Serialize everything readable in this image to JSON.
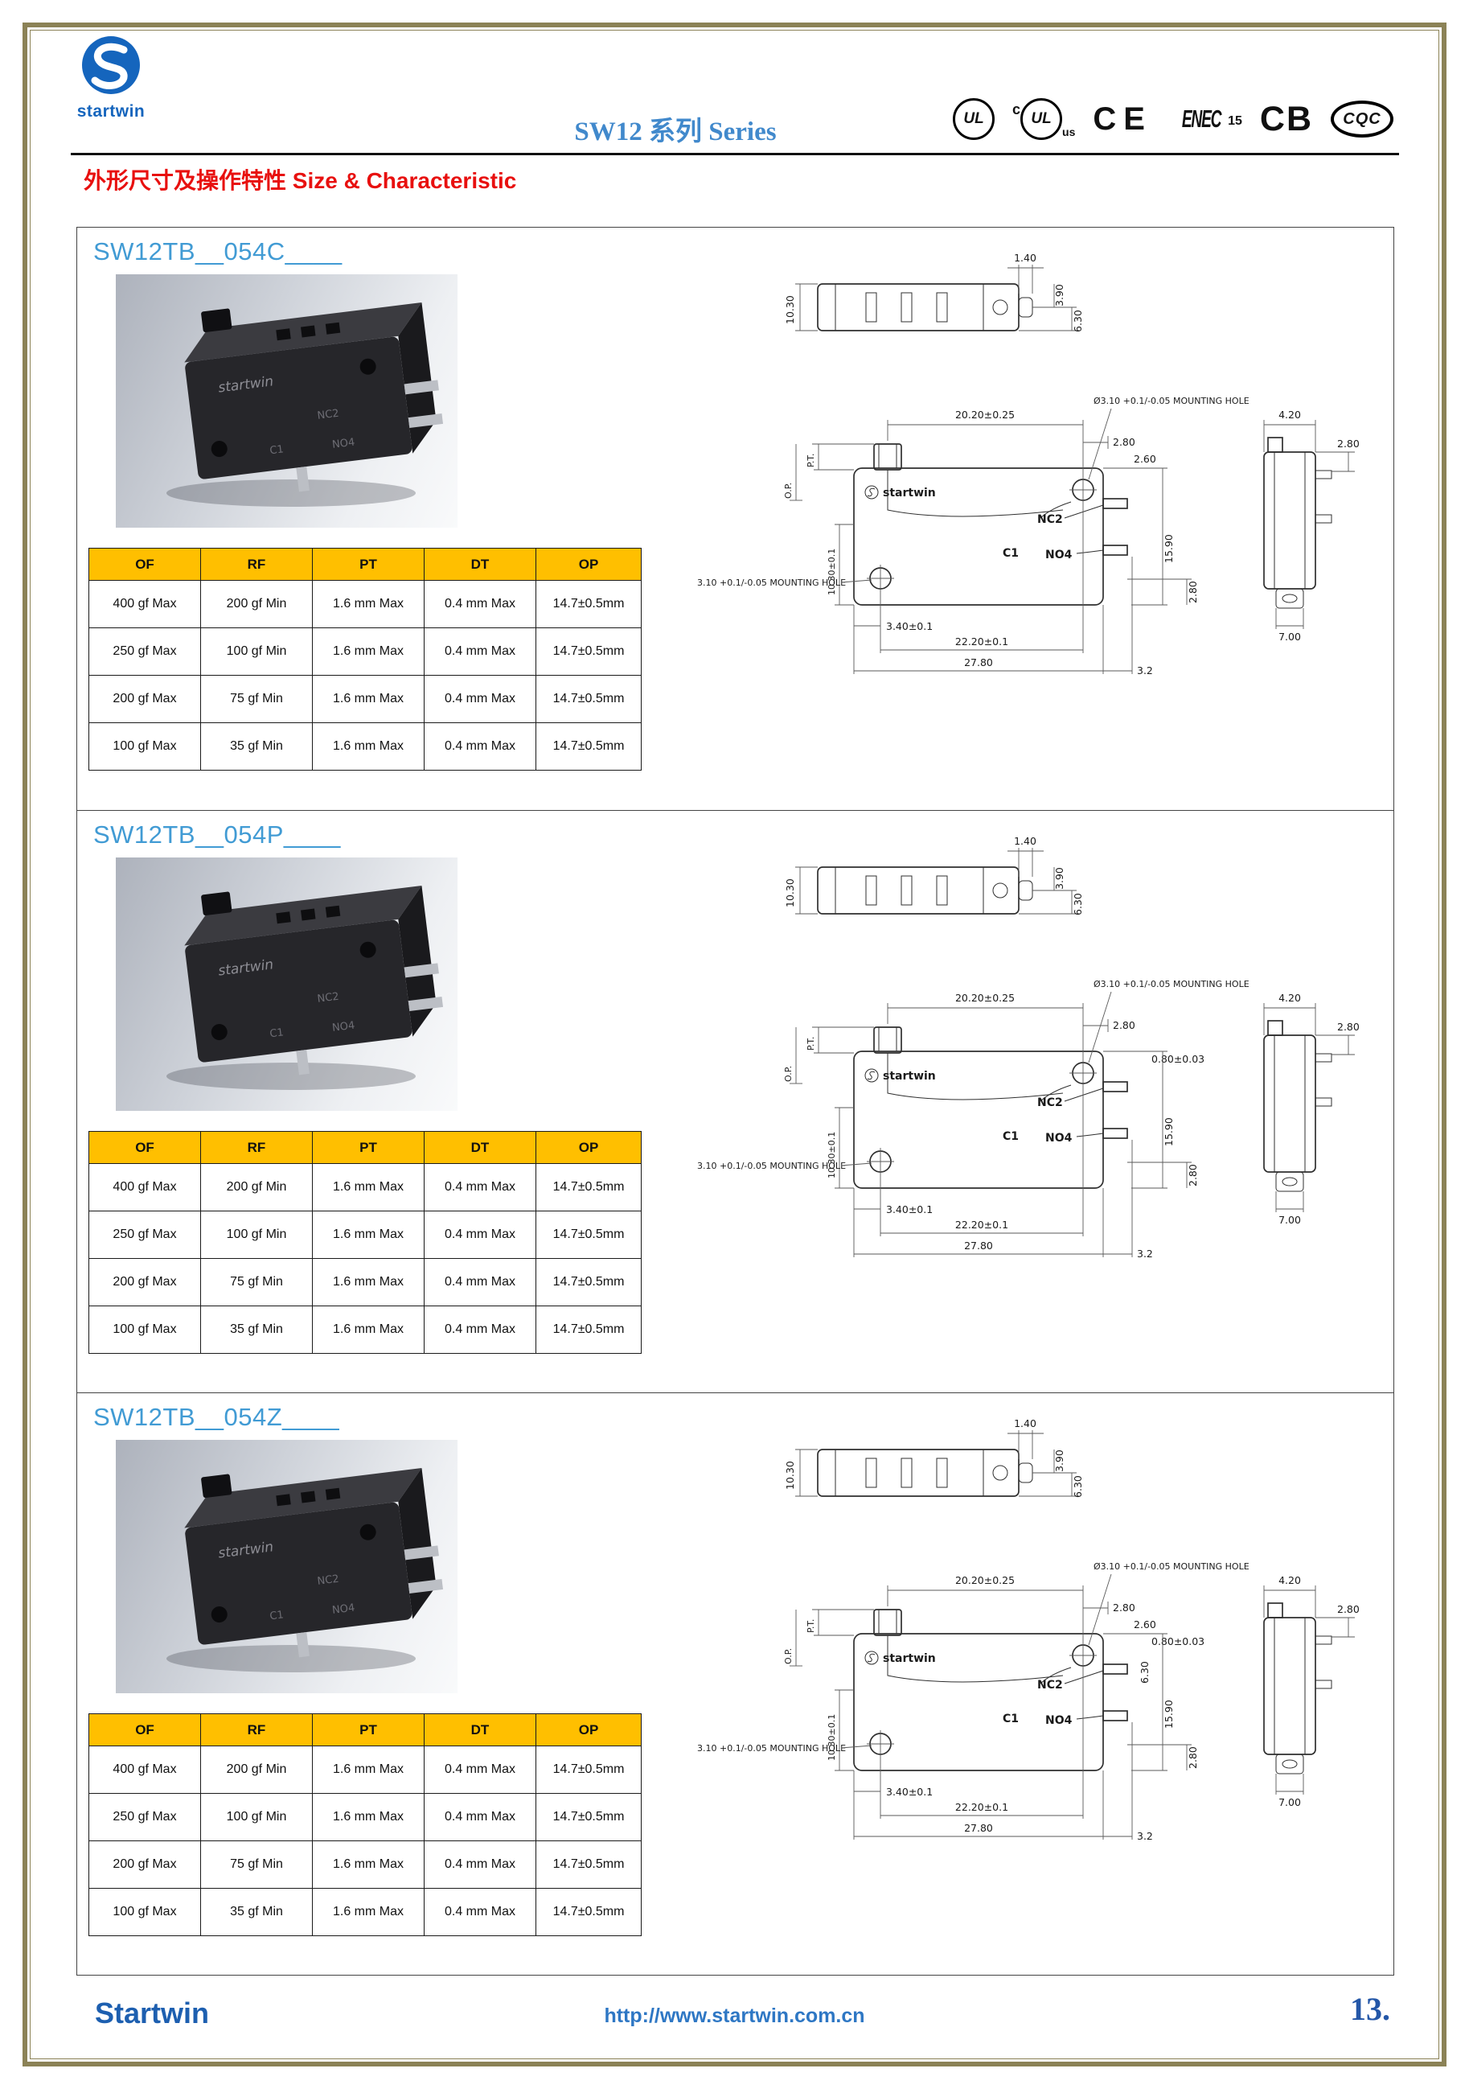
{
  "header": {
    "logo_text": "startwin",
    "series_title": "SW12 系列 Series",
    "heading": "外形尺寸及操作特性 Size & Characteristic",
    "certs": {
      "ul": "UL",
      "cul_prefix": "c",
      "cul_label": "UL",
      "cul_suffix": "us",
      "ce": "CE",
      "enec": "ENEC",
      "enec_number": "15",
      "cb": "CB",
      "cqc": "CQC"
    }
  },
  "sections": [
    {
      "model": "SW12TB__054C____",
      "photo": {
        "logo": "startwin",
        "nc2": "NC2",
        "c1": "C1",
        "no4": "NO4"
      },
      "table": {
        "headers": [
          "OF",
          "RF",
          "PT",
          "DT",
          "OP"
        ],
        "rows": [
          [
            "400 gf Max",
            "200 gf Min",
            "1.6 mm Max",
            "0.4 mm Max",
            "14.7±0.5mm"
          ],
          [
            "250 gf Max",
            "100 gf Min",
            "1.6 mm Max",
            "0.4 mm Max",
            "14.7±0.5mm"
          ],
          [
            "200 gf Max",
            "75 gf Min",
            "1.6 mm Max",
            "0.4 mm Max",
            "14.7±0.5mm"
          ],
          [
            "100 gf Max",
            "35 gf Min",
            "1.6 mm Max",
            "0.4 mm Max",
            "14.7±0.5mm"
          ]
        ]
      },
      "dims": {
        "logo": "startwin",
        "nc2": "NC2",
        "c1": "C1",
        "no4": "NO4",
        "tv_1_40": "1.40",
        "tv_3_90": "3.90",
        "tv_6_30": "6.30",
        "tv_10_30": "10.30",
        "fv_width": "20.20±0.25",
        "fv_hole_top": "Ø3.10 +0.1/-0.05 MOUNTING HOLE",
        "fv_2_80": "2.80",
        "fv_2_60": "2.60",
        "fv_0_80": "",
        "fv_pt": "P.T.",
        "fv_op": "O.P.",
        "fv_10_30": "10.30±0.1",
        "fv_hole_left": "3.10 +0.1/-0.05 MOUNTING HOLE",
        "fv_3_40": "3.40±0.1",
        "fv_22_20": "22.20±0.1",
        "fv_27_80": "27.80",
        "fv_3_2": "3.2",
        "fv_15_90": "15.90",
        "fv_2_80_r": "2.80",
        "fv_6_30": "",
        "sv_4_20": "4.20",
        "sv_2_80": "2.80",
        "sv_7_00": "7.00"
      }
    },
    {
      "model": "SW12TB__054P____",
      "photo": {
        "logo": "startwin",
        "nc2": "NC2",
        "c1": "C1",
        "no4": "NO4"
      },
      "table": {
        "headers": [
          "OF",
          "RF",
          "PT",
          "DT",
          "OP"
        ],
        "rows": [
          [
            "400 gf Max",
            "200 gf Min",
            "1.6 mm Max",
            "0.4 mm Max",
            "14.7±0.5mm"
          ],
          [
            "250 gf Max",
            "100 gf Min",
            "1.6 mm Max",
            "0.4 mm Max",
            "14.7±0.5mm"
          ],
          [
            "200 gf Max",
            "75 gf Min",
            "1.6 mm Max",
            "0.4 mm Max",
            "14.7±0.5mm"
          ],
          [
            "100 gf Max",
            "35 gf Min",
            "1.6 mm Max",
            "0.4 mm Max",
            "14.7±0.5mm"
          ]
        ]
      },
      "dims": {
        "logo": "startwin",
        "nc2": "NC2",
        "c1": "C1",
        "no4": "NO4",
        "tv_1_40": "1.40",
        "tv_3_90": "3.90",
        "tv_6_30": "6.30",
        "tv_10_30": "10.30",
        "fv_width": "20.20±0.25",
        "fv_hole_top": "Ø3.10 +0.1/-0.05 MOUNTING HOLE",
        "fv_2_80": "2.80",
        "fv_2_60": "",
        "fv_0_80": "0.80±0.03",
        "fv_pt": "P.T.",
        "fv_op": "O.P.",
        "fv_10_30": "10.30±0.1",
        "fv_hole_left": "3.10 +0.1/-0.05 MOUNTING HOLE",
        "fv_3_40": "3.40±0.1",
        "fv_22_20": "22.20±0.1",
        "fv_27_80": "27.80",
        "fv_3_2": "3.2",
        "fv_15_90": "15.90",
        "fv_2_80_r": "2.80",
        "fv_6_30": "",
        "sv_4_20": "4.20",
        "sv_2_80": "2.80",
        "sv_7_00": "7.00"
      }
    },
    {
      "model": "SW12TB__054Z____",
      "photo": {
        "logo": "startwin",
        "nc2": "NC2",
        "c1": "C1",
        "no4": "NO4"
      },
      "table": {
        "headers": [
          "OF",
          "RF",
          "PT",
          "DT",
          "OP"
        ],
        "rows": [
          [
            "400 gf Max",
            "200 gf Min",
            "1.6 mm Max",
            "0.4 mm Max",
            "14.7±0.5mm"
          ],
          [
            "250 gf Max",
            "100 gf Min",
            "1.6 mm Max",
            "0.4 mm Max",
            "14.7±0.5mm"
          ],
          [
            "200 gf Max",
            "75 gf Min",
            "1.6 mm Max",
            "0.4 mm Max",
            "14.7±0.5mm"
          ],
          [
            "100 gf Max",
            "35 gf Min",
            "1.6 mm Max",
            "0.4 mm Max",
            "14.7±0.5mm"
          ]
        ]
      },
      "dims": {
        "logo": "startwin",
        "nc2": "NC2",
        "c1": "C1",
        "no4": "NO4",
        "tv_1_40": "1.40",
        "tv_3_90": "3.90",
        "tv_6_30": "6.30",
        "tv_10_30": "10.30",
        "fv_width": "20.20±0.25",
        "fv_hole_top": "Ø3.10 +0.1/-0.05 MOUNTING HOLE",
        "fv_2_80": "2.80",
        "fv_2_60": "2.60",
        "fv_0_80": "0.80±0.03",
        "fv_pt": "P.T.",
        "fv_op": "O.P.",
        "fv_10_30": "10.30±0.1",
        "fv_hole_left": "3.10 +0.1/-0.05 MOUNTING HOLE",
        "fv_3_40": "3.40±0.1",
        "fv_22_20": "22.20±0.1",
        "fv_27_80": "27.80",
        "fv_3_2": "3.2",
        "fv_15_90": "15.90",
        "fv_2_80_r": "2.80",
        "fv_6_30": "6.30",
        "sv_4_20": "4.20",
        "sv_2_80": "2.80",
        "sv_7_00": "7.00"
      }
    }
  ],
  "footer": {
    "brand": "Startwin",
    "url": "http://www.startwin.com.cn",
    "page_number": "13."
  }
}
